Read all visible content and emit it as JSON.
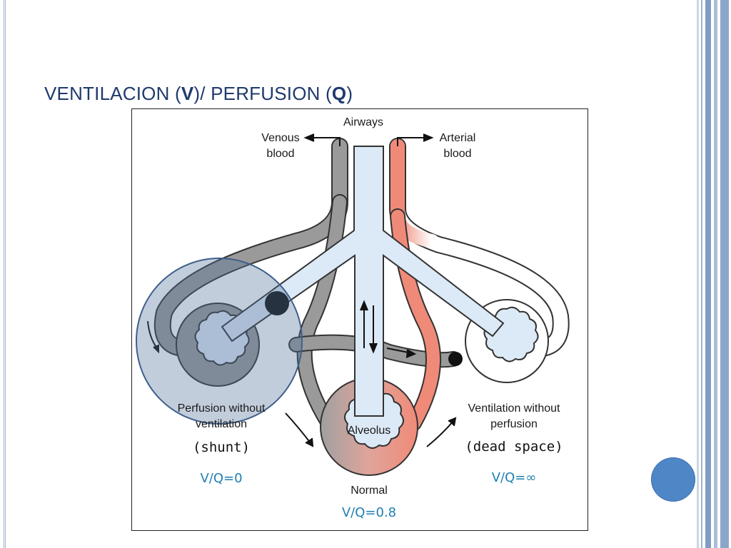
{
  "slide": {
    "title_prefix": "VENTILACION (",
    "title_v": "V",
    "title_mid": ")/ PERFUSION (",
    "title_q": "Q",
    "title_suffix": ")"
  },
  "diagram": {
    "airways": "Airways",
    "venous_line1": "Venous",
    "venous_line2": "blood",
    "arterial_line1": "Arterial",
    "arterial_line2": "blood",
    "shunt_line1": "Perfusion without",
    "shunt_line2": "ventilation",
    "shunt_name": "(shunt)",
    "shunt_ratio": "V/Q=0",
    "alveolus": "Alveolus",
    "normal": "Normal",
    "normal_ratio": "V/Q=0.8",
    "dead_line1": "Ventilation without",
    "dead_line2": "perfusion",
    "dead_name": "(dead space)",
    "dead_ratio": "V/Q=∞"
  },
  "colors": {
    "title": "#1f3a6d",
    "airway_fill": "#dce9f6",
    "venous_gray": "#9a9a9a",
    "arterial_red": "#f08a78",
    "ratio_blue": "#1e7fb0",
    "highlight_circle": "#4f6f9a",
    "nav_dot": "#4f86c6"
  }
}
